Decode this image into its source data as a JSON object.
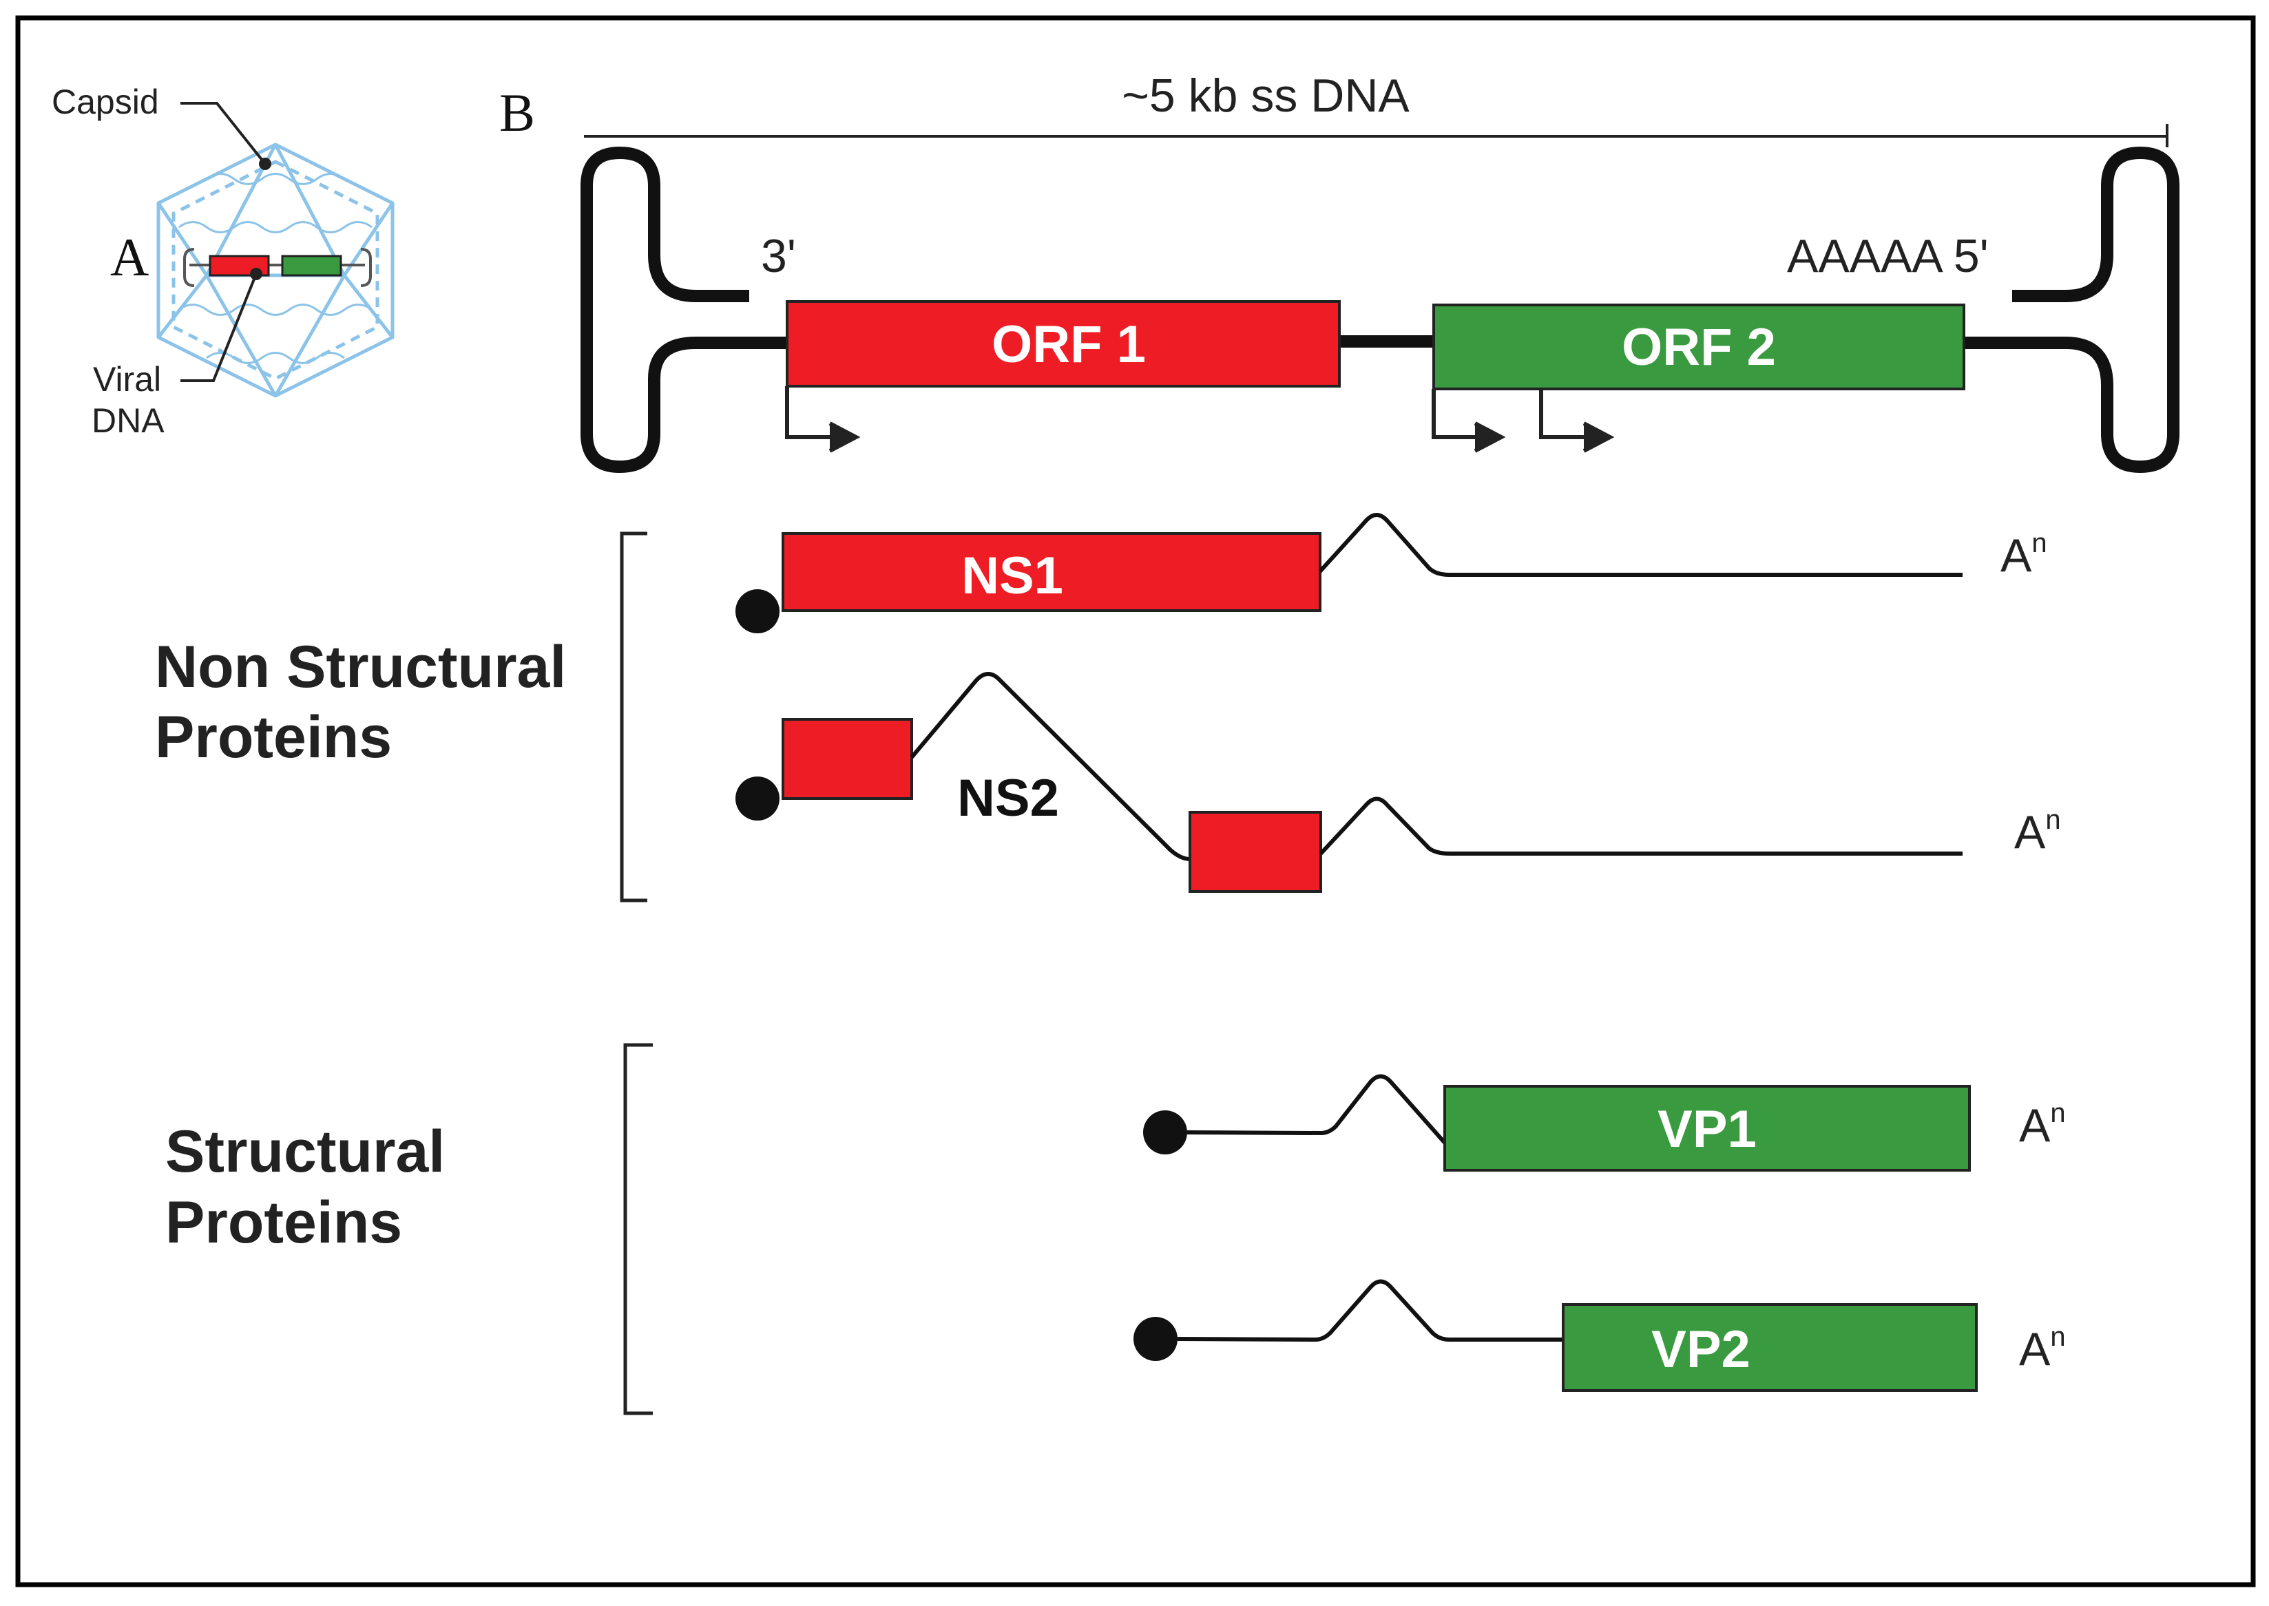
{
  "panel_a": {
    "letter": "A",
    "capsid_label": "Capsid",
    "viral_label_line1": "Viral",
    "viral_label_line2": "DNA"
  },
  "panel_b": {
    "letter": "B",
    "genome_label": "~5 kb ss DNA",
    "end_3": "3'",
    "end_5": "AAAAA 5'",
    "orf1": "ORF 1",
    "orf2": "ORF 2"
  },
  "groups": {
    "nonstructural_line1": "Non Structural",
    "nonstructural_line2": "Proteins",
    "structural_line1": "Structural",
    "structural_line2": "Proteins"
  },
  "transcripts": {
    "ns1": "NS1",
    "ns2": "NS2",
    "vp1": "VP1",
    "vp2": "VP2",
    "polya_base": "A",
    "polya_sup": "n"
  },
  "colors": {
    "red": "#ee1c24",
    "green": "#3a9a3f",
    "capsid": "#8cc3e8"
  }
}
